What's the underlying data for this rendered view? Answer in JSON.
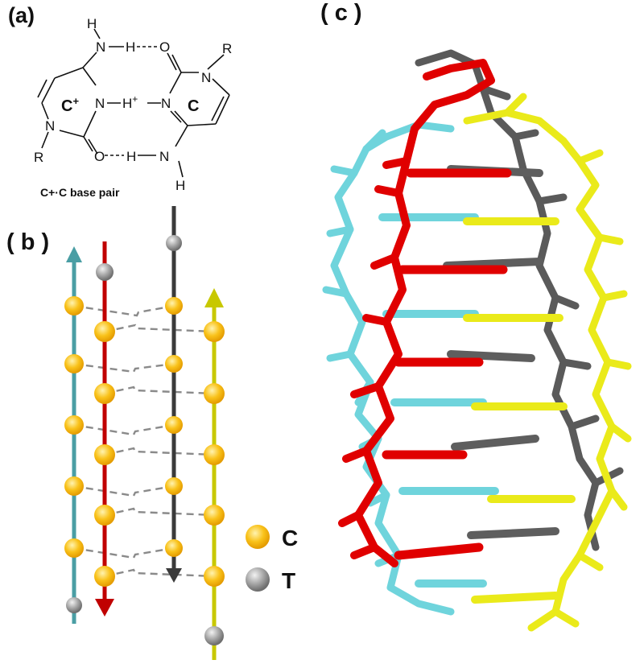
{
  "panels": {
    "a": {
      "label": "(a)"
    },
    "b": {
      "label": "( b )"
    },
    "c": {
      "label": "( c )"
    }
  },
  "chemistry": {
    "caption": "C+·C base pair",
    "left_base": "C",
    "left_base_charge": "+",
    "right_base": "C",
    "atoms": {
      "h_top": "H",
      "n_top": "N",
      "hbond_top": "H",
      "o_top": "O",
      "r_top": "R",
      "n_right_ring": "N",
      "n_left_center": "N",
      "h_plus": "H",
      "h_plus_charge": "+",
      "n_right_center": "N",
      "n_left_ring": "N",
      "r_bottom": "R",
      "o_bottom": "O",
      "hbond_bottom": "H",
      "n_bottom": "N",
      "h_bottom": "H"
    }
  },
  "legend": {
    "items": [
      {
        "label": "C",
        "color": "#f5b800"
      },
      {
        "label": "T",
        "color": "#8c8c8c"
      }
    ]
  },
  "strands": [
    {
      "name": "teal",
      "color": "#4a9ea4",
      "direction": "up"
    },
    {
      "name": "red",
      "color": "#c00000",
      "direction": "down"
    },
    {
      "name": "dark",
      "color": "#3a3a3a",
      "direction": "down"
    },
    {
      "name": "yellow",
      "color": "#c8c800",
      "direction": "up"
    }
  ],
  "model_colors": {
    "cyan": "#6fd4dc",
    "red": "#e00000",
    "gray": "#5a5a5a",
    "yellow": "#eaea1a"
  }
}
